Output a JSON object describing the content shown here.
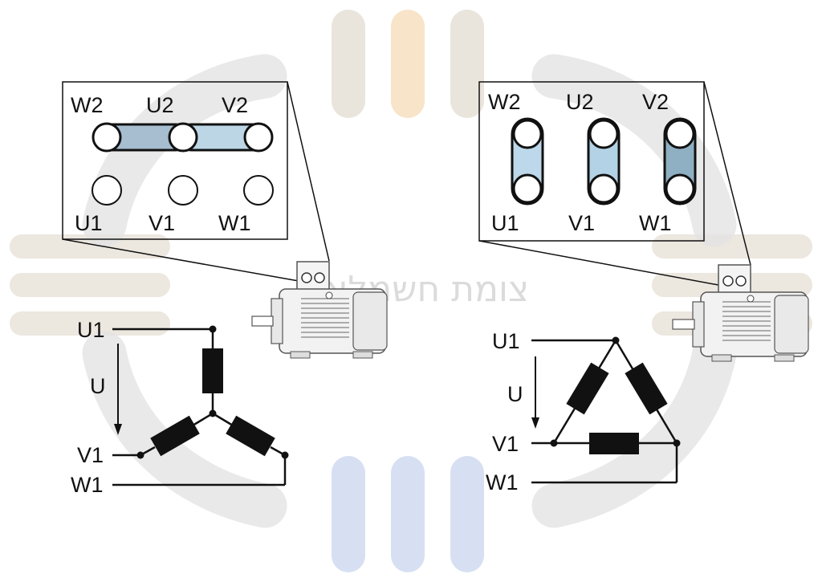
{
  "watermark": {
    "text": "צומת חשמלאים",
    "colors": {
      "tan": "#d9cfc0",
      "orange": "#f4d9b2",
      "blue": "#c4d3ec",
      "grey": "#e6e6e6"
    }
  },
  "colors": {
    "link_star_1": "#a7bdd0",
    "link_star_2": "#bcd6e6",
    "link_delta_1": "#bcd8ea",
    "link_delta_2": "#b4d2e6",
    "link_delta_3": "#8fafc2",
    "resistor": "#111111",
    "line": "#111111"
  },
  "star": {
    "terminal_box": {
      "top_labels": [
        "W2",
        "U2",
        "V2"
      ],
      "bottom_labels": [
        "U1",
        "V1",
        "W1"
      ]
    },
    "circuit": {
      "line_labels": [
        "U1",
        "V1",
        "W1"
      ],
      "voltage_label": "U"
    }
  },
  "delta": {
    "terminal_box": {
      "top_labels": [
        "W2",
        "U2",
        "V2"
      ],
      "bottom_labels": [
        "U1",
        "V1",
        "W1"
      ]
    },
    "circuit": {
      "line_labels": [
        "U1",
        "V1",
        "W1"
      ],
      "voltage_label": "U"
    }
  }
}
